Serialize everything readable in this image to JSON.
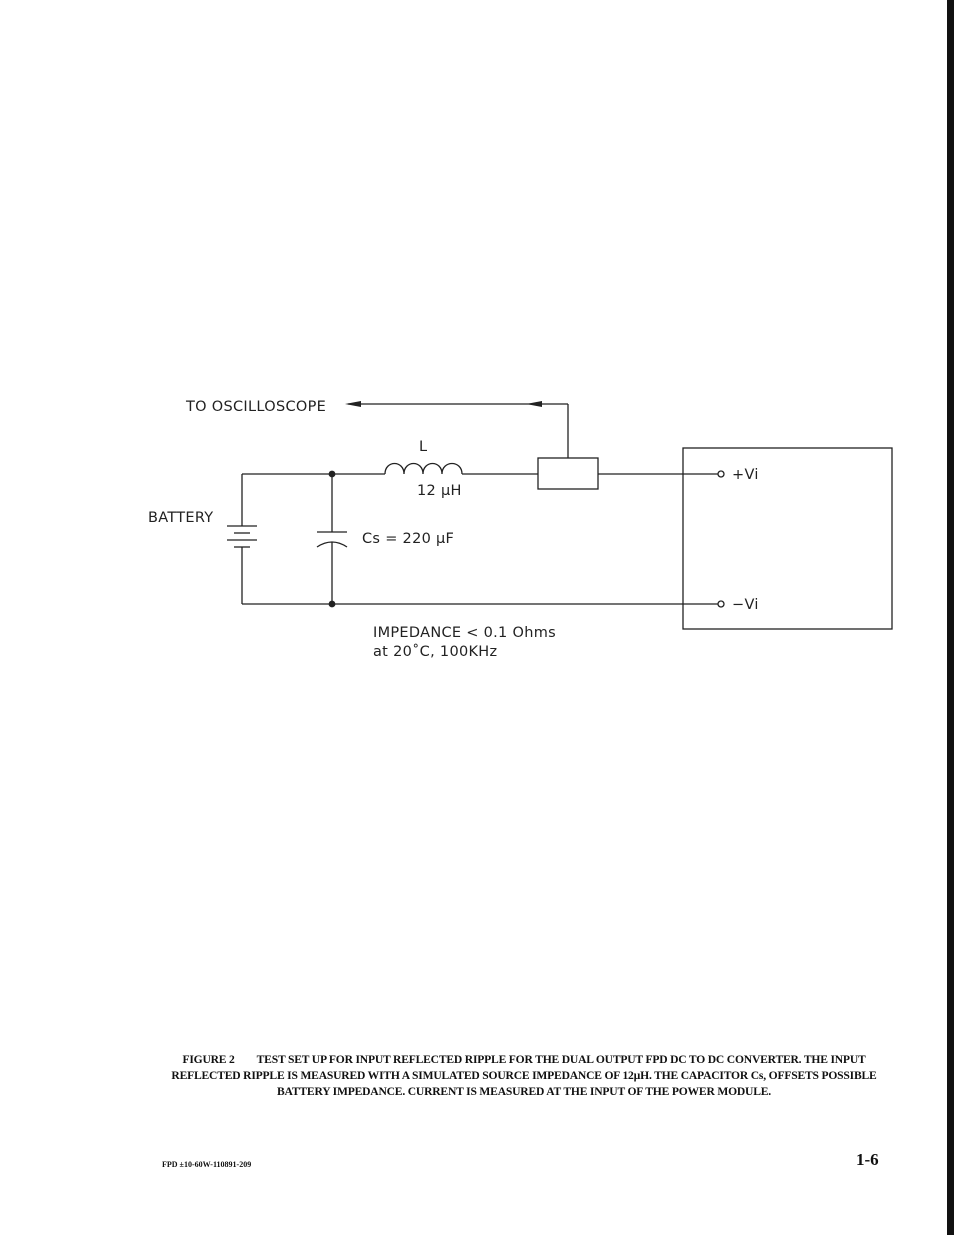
{
  "diagram": {
    "oscilloscope_label": "TO OSCILLOSCOPE",
    "battery_label": "BATTERY",
    "inductor_name": "L",
    "inductor_value": "12 µH",
    "capacitor_label": "Cs = 220 µF",
    "impedance_line1": "IMPEDANCE < 0.1 Ohms",
    "impedance_line2": "at 20˚C, 100KHz",
    "plus_terminal": "+Vi",
    "minus_terminal": "−Vi"
  },
  "caption": {
    "figure_label": "FIGURE 2",
    "text": "TEST SET UP FOR INPUT REFLECTED RIPPLE FOR THE DUAL OUTPUT FPD DC TO DC CONVERTER. THE INPUT REFLECTED RIPPLE IS MEASURED WITH A SIMULATED SOURCE IMPEDANCE OF 12µH. THE CAPACITOR Cs, OFFSETS POSSIBLE BATTERY IMPEDANCE. CURRENT IS MEASURED AT THE INPUT OF THE POWER MODULE."
  },
  "footer": {
    "doc_id": "FPD ±10-60W-110891-209",
    "page_number": "1-6"
  }
}
